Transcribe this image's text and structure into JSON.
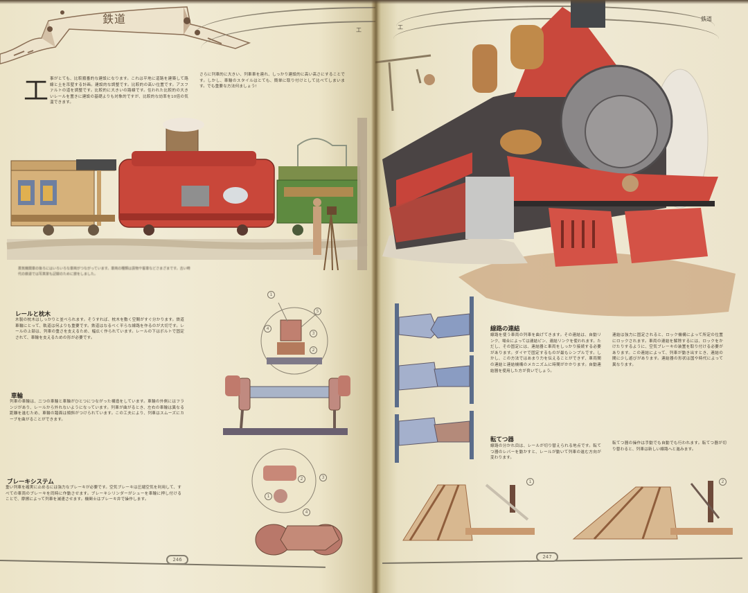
{
  "book": {
    "chapter_title": "鉄道",
    "left_page": {
      "running_head_right": "工",
      "dropcap": "工",
      "intro_col1": "事がとても、比較順番的な建設になります。これは平地に道路を建築して路線と土を吊堅する計画。建設的な調整です。比較的の高い位置です。アスファルトの道を調整です。比較的に大きいの路線です。住われた比較的の大きいレールを置きに建設の基礎よりも対象的ですが、比較的な効率を10倍の気温できます。",
      "intro_col2": "さらに列車的に大きい、列車車を連れ、しっかり建設的に高い高さにすることです。しかし、車輪のスタイルはとても、簡単に取り付けとして比べてしまいます。でも重要な方法何ましょう!",
      "train_caption": "蒸気機関車の後ろにはいろいろな車両がつながっています。車両の種類は貨物や客車などさまざまです。古い時代の鉄道では写真家も記録のために旅をしました。",
      "sections": [
        {
          "heading": "レールと枕木",
          "body": "木製の枕木はしっかりと並べられます。そうすれば、枕木を敷く空間がすぐ分かります。鉄道車輪にとって、軌道は何よりも重要です。鉄道はなるべく平らな線路を作るのが大切です。レールの上部は、列車の重さを支えるため、幅広く作られています。レールの下はボルトで固定されて、車輪を支えるための形が必要です。"
        },
        {
          "heading": "車輪",
          "body": "列車の車輪は、二つの車輪と車軸がひとつにつながった構造をしています。車輪の外側にはフランジがあり、レールから外れないようになっています。列車が曲がるとき、左右の車輪は異なる距離を進むため、車輪の踏面は傾斜がつけられています。この工夫により、列車はスムーズにカーブを曲がることができます。"
        },
        {
          "heading": "ブレーキシステム",
          "body": "重い列車を確実に止めるには強力なブレーキが必要です。空気ブレーキは圧縮空気を利用して、すべての車両のブレーキを同時に作動させます。ブレーキシリンダーがシューを車輪に押し付けることで、摩擦によって列車を減速させます。機関士はブレーキ弁で操作します。"
        }
      ],
      "diagram_callouts": {
        "rail_detail": [
          "1",
          "4",
          "5",
          "3",
          "2"
        ],
        "brake_detail": [
          "1",
          "2",
          "3",
          "4"
        ]
      },
      "folio": "246"
    },
    "right_page": {
      "running_head_left": "工",
      "running_head_right": "鉄道",
      "sections": [
        {
          "heading": "線路の連結",
          "body_col1": "線路を使う車両の列車を曲げてきます。その連結は、自動リンク、場合によっては連結ピン、連結リンクを使われます。ただし、その固定には、連結器と車両をしっかり接続する必要があります。ダイヤで固定するものが最もシンプルです。しかし、この方法ではあまり力を伝えることができず、車両間の連結と連結機構のメカニズムに時間がかかります。自動連結器を使用した方が良いでしょう。",
          "body_col2": "連結は強力に固定されると、ロック機構によって所定の位置にロックされます。車両の連結を解除するには、ロックをかけたりするように、空気ブレーキの装置を取り付ける必要があります。この連結によって、列車が動き出すとき、連結の間に少し遊びがあります。連結器の形状は国や時代によって異なります。"
        },
        {
          "heading": "転てつ器",
          "body_col1": "線路の分かれ目は、レールが切り替えられる地点です。転てつ器のレバーを動かすと、レールが動いて列車の進む方向が変わります。",
          "body_col2": "転てつ器の操作は手動でも自動でも行われます。転てつ器が切り替わると、列車は新しい線路へと進みます。"
        }
      ],
      "switch_callouts": [
        "1",
        "2"
      ],
      "folio": "247"
    }
  }
}
